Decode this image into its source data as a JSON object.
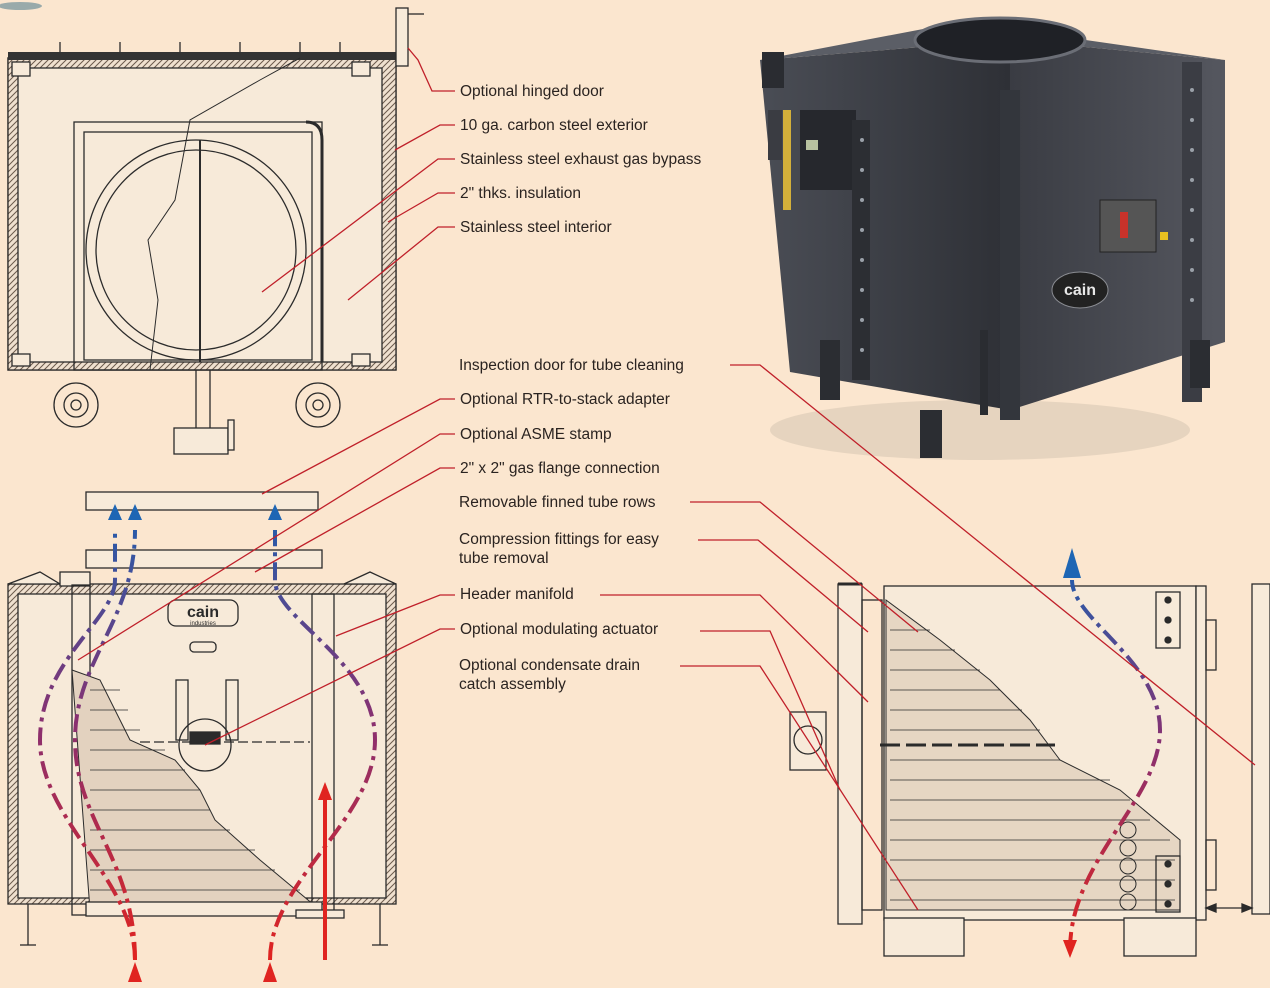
{
  "colors": {
    "background": "#fbe6cf",
    "leader_line": "#c0202a",
    "drawing_line": "#2b2b2b",
    "insulation": "#7a6a5c",
    "exhaust_hot": "#e02420",
    "exhaust_cool": "#1e66b4",
    "unit_body": "#3d4047"
  },
  "callouts": [
    {
      "id": "hinged-door",
      "text": "Optional hinged door"
    },
    {
      "id": "carbon-steel-exterior",
      "text": "10 ga. carbon steel exterior"
    },
    {
      "id": "exhaust-gas-bypass",
      "text": "Stainless steel exhaust gas bypass"
    },
    {
      "id": "insulation",
      "text": "2\" thks. insulation"
    },
    {
      "id": "stainless-interior",
      "text": "Stainless steel interior"
    },
    {
      "id": "inspection-door",
      "text": "Inspection door for tube cleaning"
    },
    {
      "id": "rtr-stack-adapter",
      "text": "Optional RTR-to-stack adapter"
    },
    {
      "id": "asme-stamp",
      "text": "Optional ASME stamp"
    },
    {
      "id": "gas-flange",
      "text": "2\" x 2\" gas flange connection"
    },
    {
      "id": "finned-tube-rows",
      "text": "Removable finned tube rows"
    },
    {
      "id": "compression-fittings",
      "text": "Compression fittings for easy\ntube removal"
    },
    {
      "id": "header-manifold",
      "text": "Header manifold"
    },
    {
      "id": "modulating-actuator",
      "text": "Optional modulating actuator"
    },
    {
      "id": "condensate-drain",
      "text": "Optional condensate drain\ncatch assembly"
    }
  ],
  "brand": {
    "logo_name": "cain",
    "logo_sub": "industries"
  }
}
